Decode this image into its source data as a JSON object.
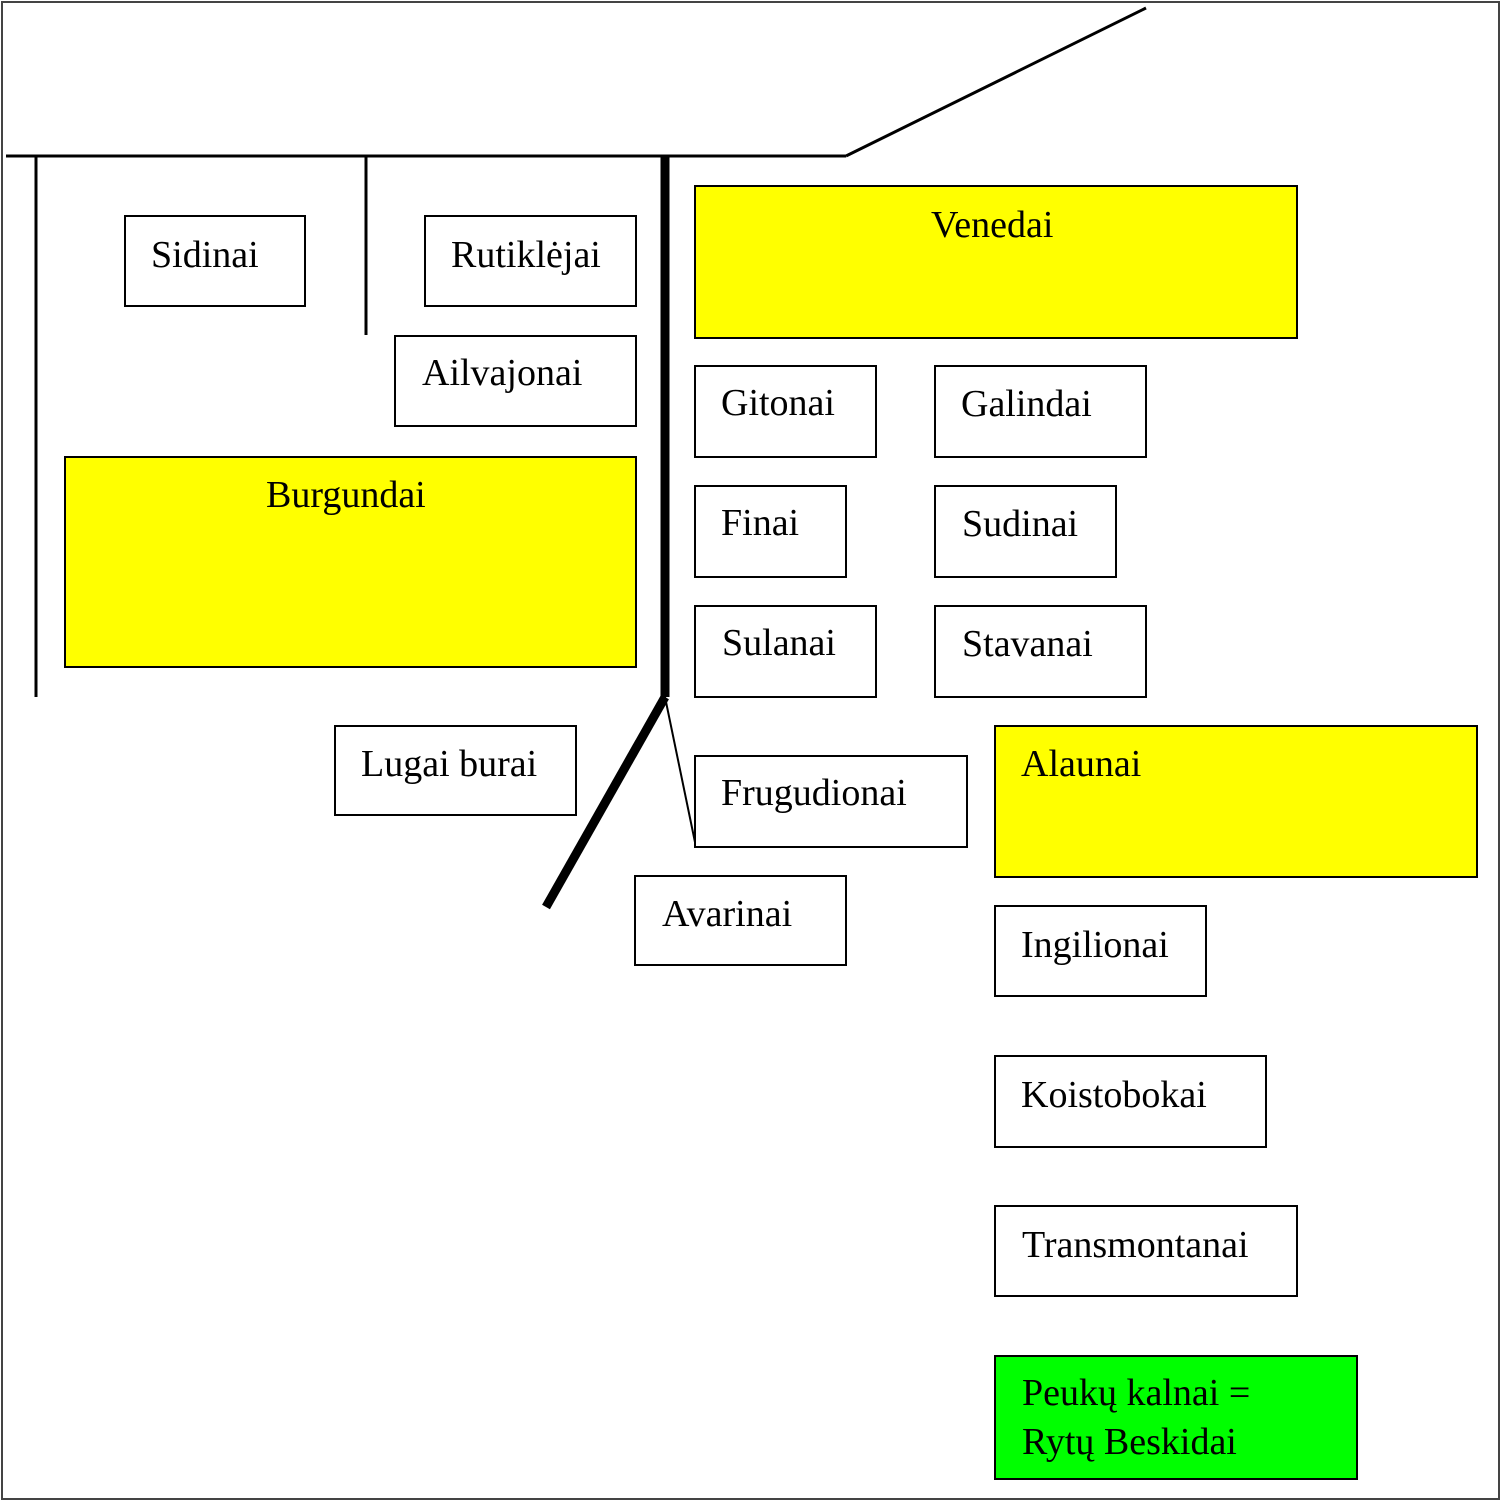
{
  "diagram": {
    "tribes": {
      "sidinai": "Sidinai",
      "rutiklejai": "Rutiklėjai",
      "ailvajonai": "Ailvajonai",
      "burgundai": "Burgundai",
      "venedai": "Venedai",
      "gitonai": "Gitonai",
      "galindai": "Galindai",
      "finai": "Finai",
      "sudinai": "Sudinai",
      "sulanai": "Sulanai",
      "stavanai": "Stavanai",
      "lugai_burai": "Lugai burai",
      "frugudionai": "Frugudionai",
      "alaunai": "Alaunai",
      "avarinai": "Avarinai",
      "ingilionai": "Ingilionai",
      "koistobokai": "Koistobokai",
      "transmontanai": "Transmontanai"
    },
    "mountains": {
      "line1": "Peukų kalnai =",
      "line2": "Rytų Beskidai"
    }
  },
  "colors": {
    "major_tribe": "#ffff00",
    "mountains": "#00ff00",
    "border": "#000000",
    "background": "#ffffff"
  }
}
